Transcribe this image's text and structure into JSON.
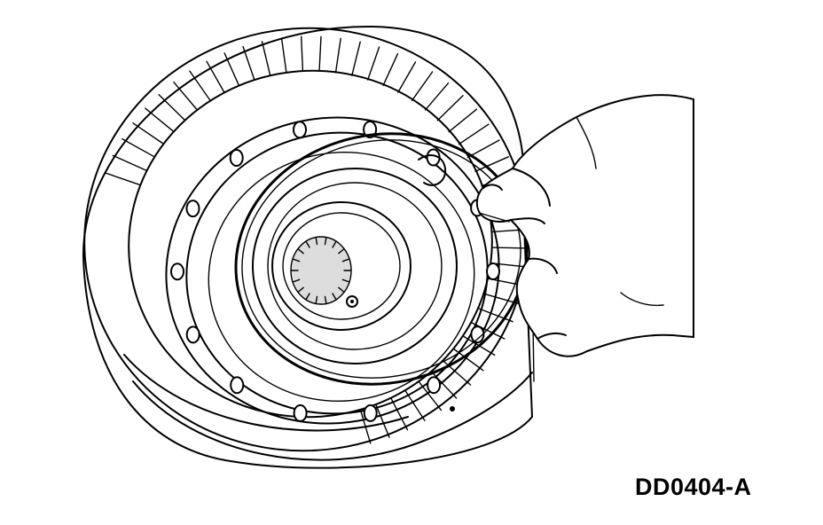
{
  "figure": {
    "code": "DD0404-A"
  },
  "icons": {
    "drum": "clutch-drum-illustration",
    "hand": "hand-illustration"
  },
  "colors": {
    "ink": "#000000",
    "paper": "#ffffff"
  }
}
